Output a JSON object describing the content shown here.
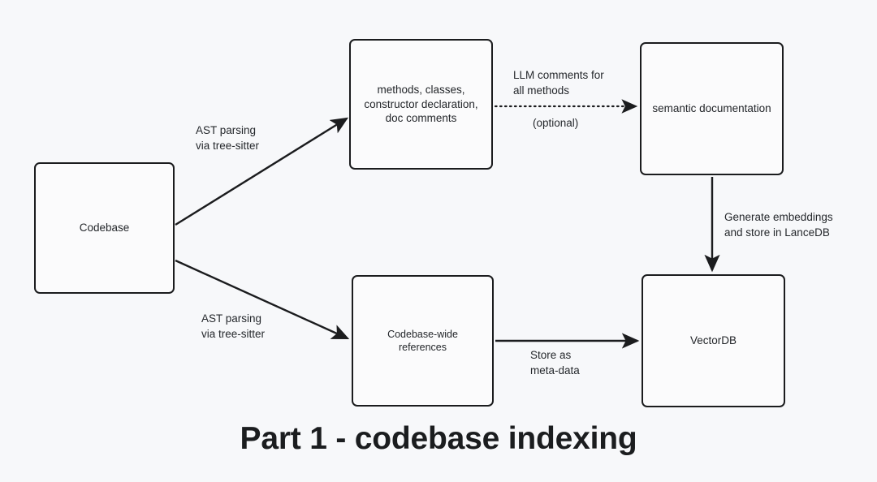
{
  "diagram": {
    "title": "Part 1 - codebase indexing",
    "background_color": "#f7f8fa",
    "stroke_color": "#1b1c1e",
    "text_color": "#23262a",
    "nodes": [
      {
        "id": "codebase",
        "label": "Codebase"
      },
      {
        "id": "methods",
        "label": "methods, classes,\nconstructor declaration,\ndoc comments"
      },
      {
        "id": "semantic_doc",
        "label": "semantic documentation"
      },
      {
        "id": "references",
        "label": "Codebase-wide\nreferences"
      },
      {
        "id": "vectordb",
        "label": "VectorDB"
      }
    ],
    "edges": [
      {
        "id": "codebase-to-methods",
        "from": "codebase",
        "to": "methods",
        "style": "solid",
        "label": "AST parsing\nvia tree-sitter"
      },
      {
        "id": "codebase-to-references",
        "from": "codebase",
        "to": "references",
        "style": "solid",
        "label": "AST parsing\nvia tree-sitter"
      },
      {
        "id": "methods-to-semantic-doc",
        "from": "methods",
        "to": "semantic_doc",
        "style": "dotted",
        "label": "LLM comments for\nall methods",
        "sub_label": "(optional)"
      },
      {
        "id": "semantic-doc-to-vectordb",
        "from": "semantic_doc",
        "to": "vectordb",
        "style": "solid",
        "label": "Generate embeddings\nand store in LanceDB"
      },
      {
        "id": "references-to-vectordb",
        "from": "references",
        "to": "vectordb",
        "style": "solid",
        "label": "Store as\nmeta-data"
      }
    ]
  }
}
